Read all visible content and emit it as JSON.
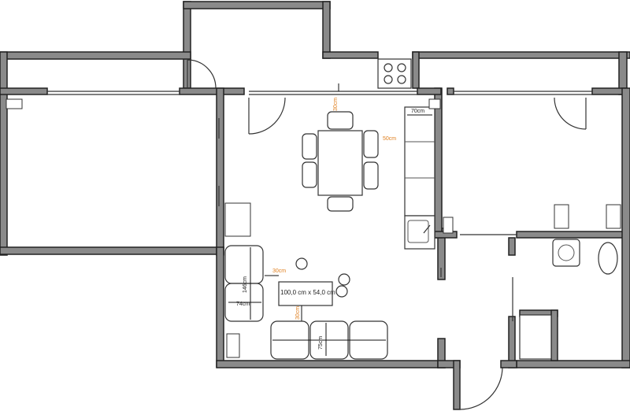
{
  "dimensions": {
    "table_size": "100,0 cm x 54,0 cm",
    "top_kitchen_gap": "30cm",
    "counter_depth": "70cm",
    "counter_gap": "50cm",
    "armchair_height": "146cm",
    "armchair_width": "74cm",
    "coffee_table_left_gap": "30cm",
    "coffee_table_bottom_gap": "30cm",
    "sofa_depth": "75cm"
  },
  "colors": {
    "wall_fill": "#8a8a8a",
    "dimension_accent": "#e08020",
    "line": "#333333"
  }
}
